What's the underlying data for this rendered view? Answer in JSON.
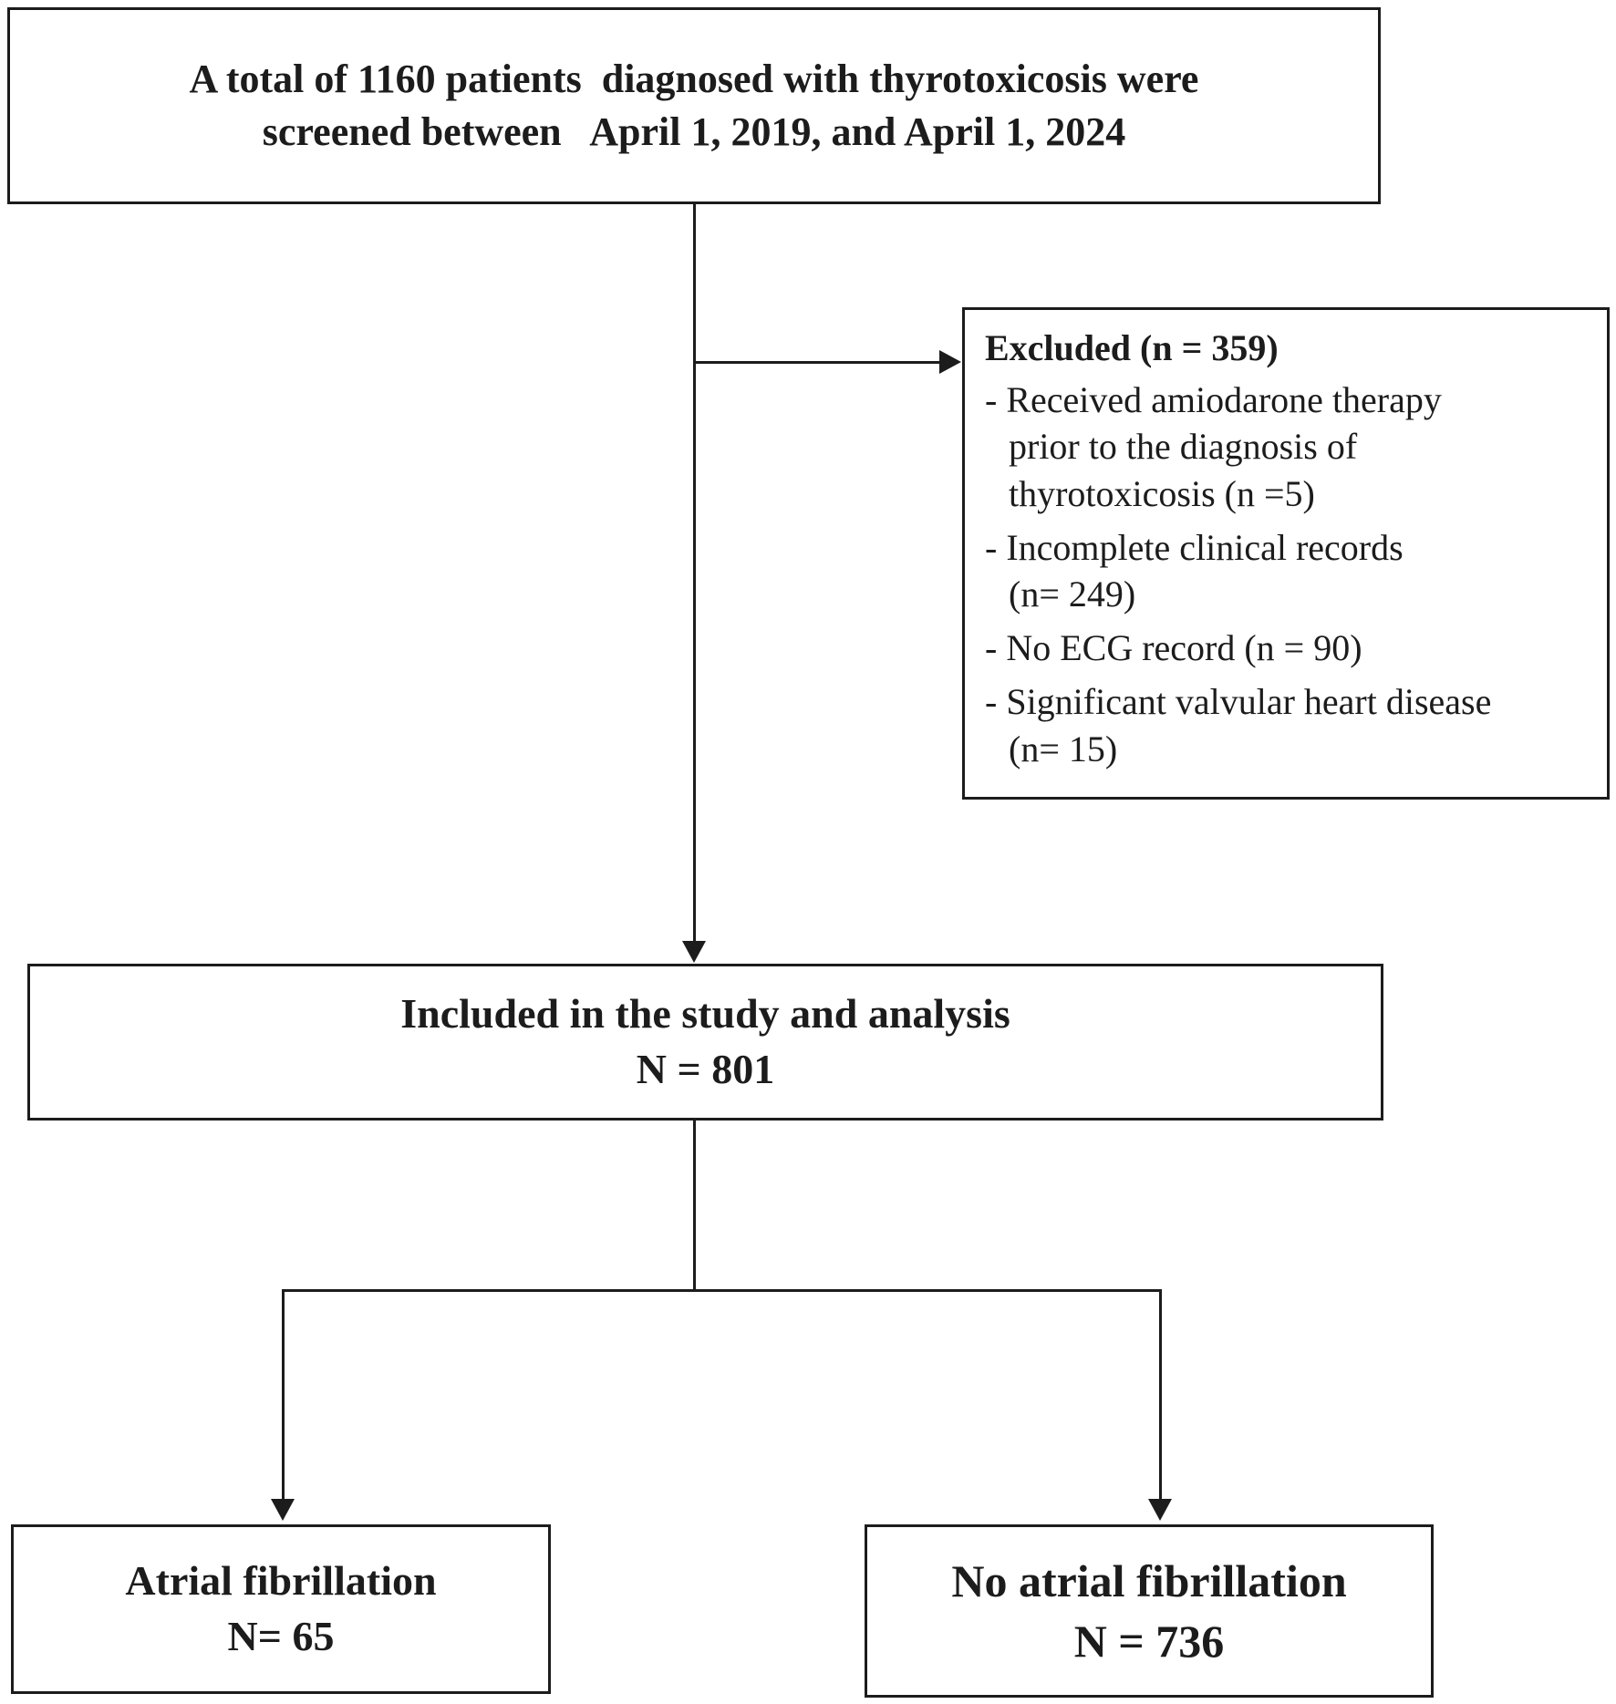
{
  "colors": {
    "ink": "#1c1c1c",
    "background": "#ffffff"
  },
  "screened_box": {
    "line1": "A total of 1160 patients  diagnosed with thyrotoxicosis were",
    "line2": "screened between   April 1, 2019, and April 1, 2024"
  },
  "excluded_box": {
    "heading": "Excluded (n = 359)",
    "items": [
      "- Received amiodarone therapy\nprior to the diagnosis of\nthyrotoxicosis (n =5)",
      "- Incomplete clinical records\n(n= 249)",
      "- No ECG record (n = 90)",
      "- Significant valvular heart disease\n(n= 15)"
    ]
  },
  "included_box": {
    "line1": "Included in the study and analysis",
    "line2": "N = 801"
  },
  "af_box": {
    "line1": "Atrial fibrillation",
    "line2": "N= 65"
  },
  "no_af_box": {
    "line1": "No atrial fibrillation",
    "line2": "N = 736"
  }
}
